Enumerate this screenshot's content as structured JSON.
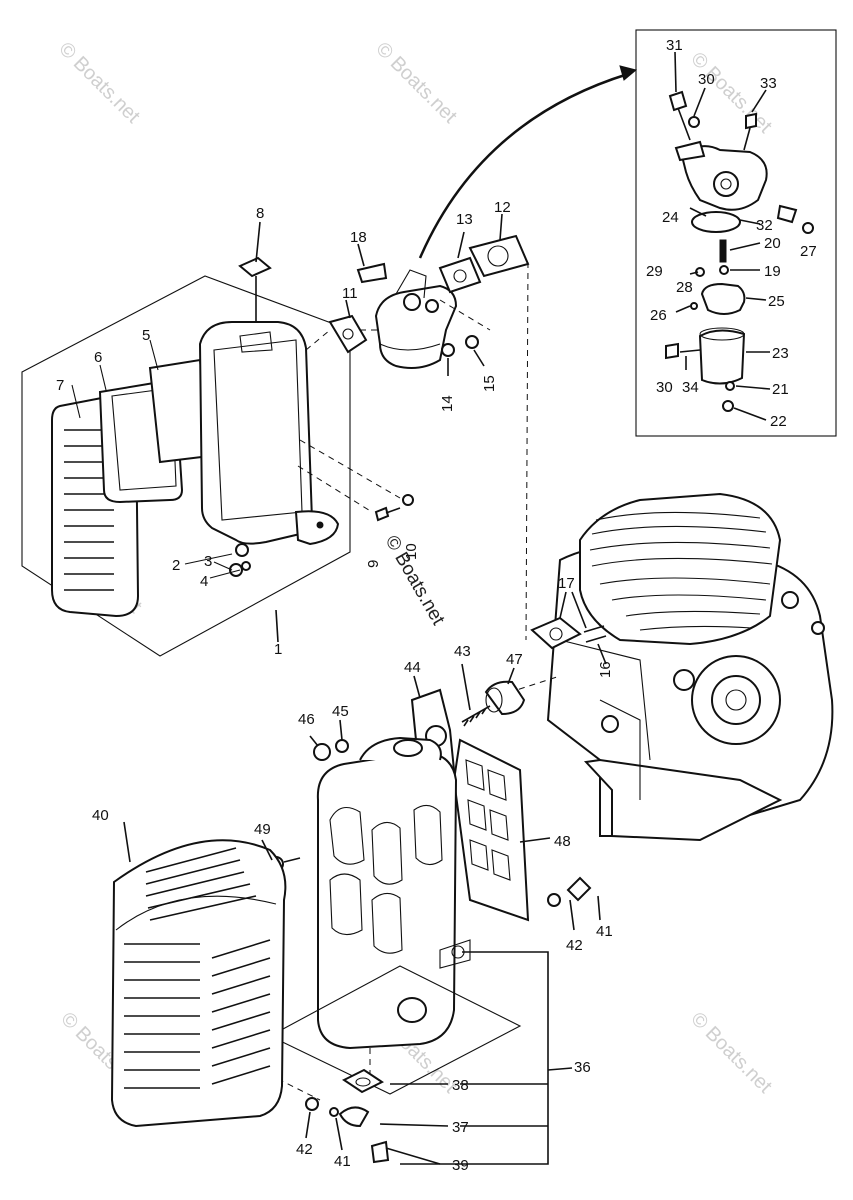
{
  "watermark": "© Boats.net",
  "labels": {
    "l1": "1",
    "l2": "2",
    "l3": "3",
    "l4": "4",
    "l5": "5",
    "l6": "6",
    "l7": "7",
    "l8": "8",
    "l9": "9",
    "l10": "10",
    "l11": "11",
    "l12": "12",
    "l13": "13",
    "l14": "14",
    "l15": "15",
    "l16": "16",
    "l17": "17",
    "l18": "18",
    "l19": "19",
    "l20": "20",
    "l21": "21",
    "l22": "22",
    "l23": "23",
    "l24": "24",
    "l25": "25",
    "l26": "26",
    "l27": "27",
    "l28": "28",
    "l29": "29",
    "l30a": "30",
    "l30b": "30",
    "l31": "31",
    "l32": "32",
    "l33": "33",
    "l34": "34",
    "l36": "36",
    "l37": "37",
    "l38": "38",
    "l39": "39",
    "l40": "40",
    "l41a": "41",
    "l41b": "41",
    "l42a": "42",
    "l42b": "42",
    "l43": "43",
    "l44": "44",
    "l45": "45",
    "l46": "46",
    "l47": "47",
    "l48": "48",
    "l49": "49"
  }
}
